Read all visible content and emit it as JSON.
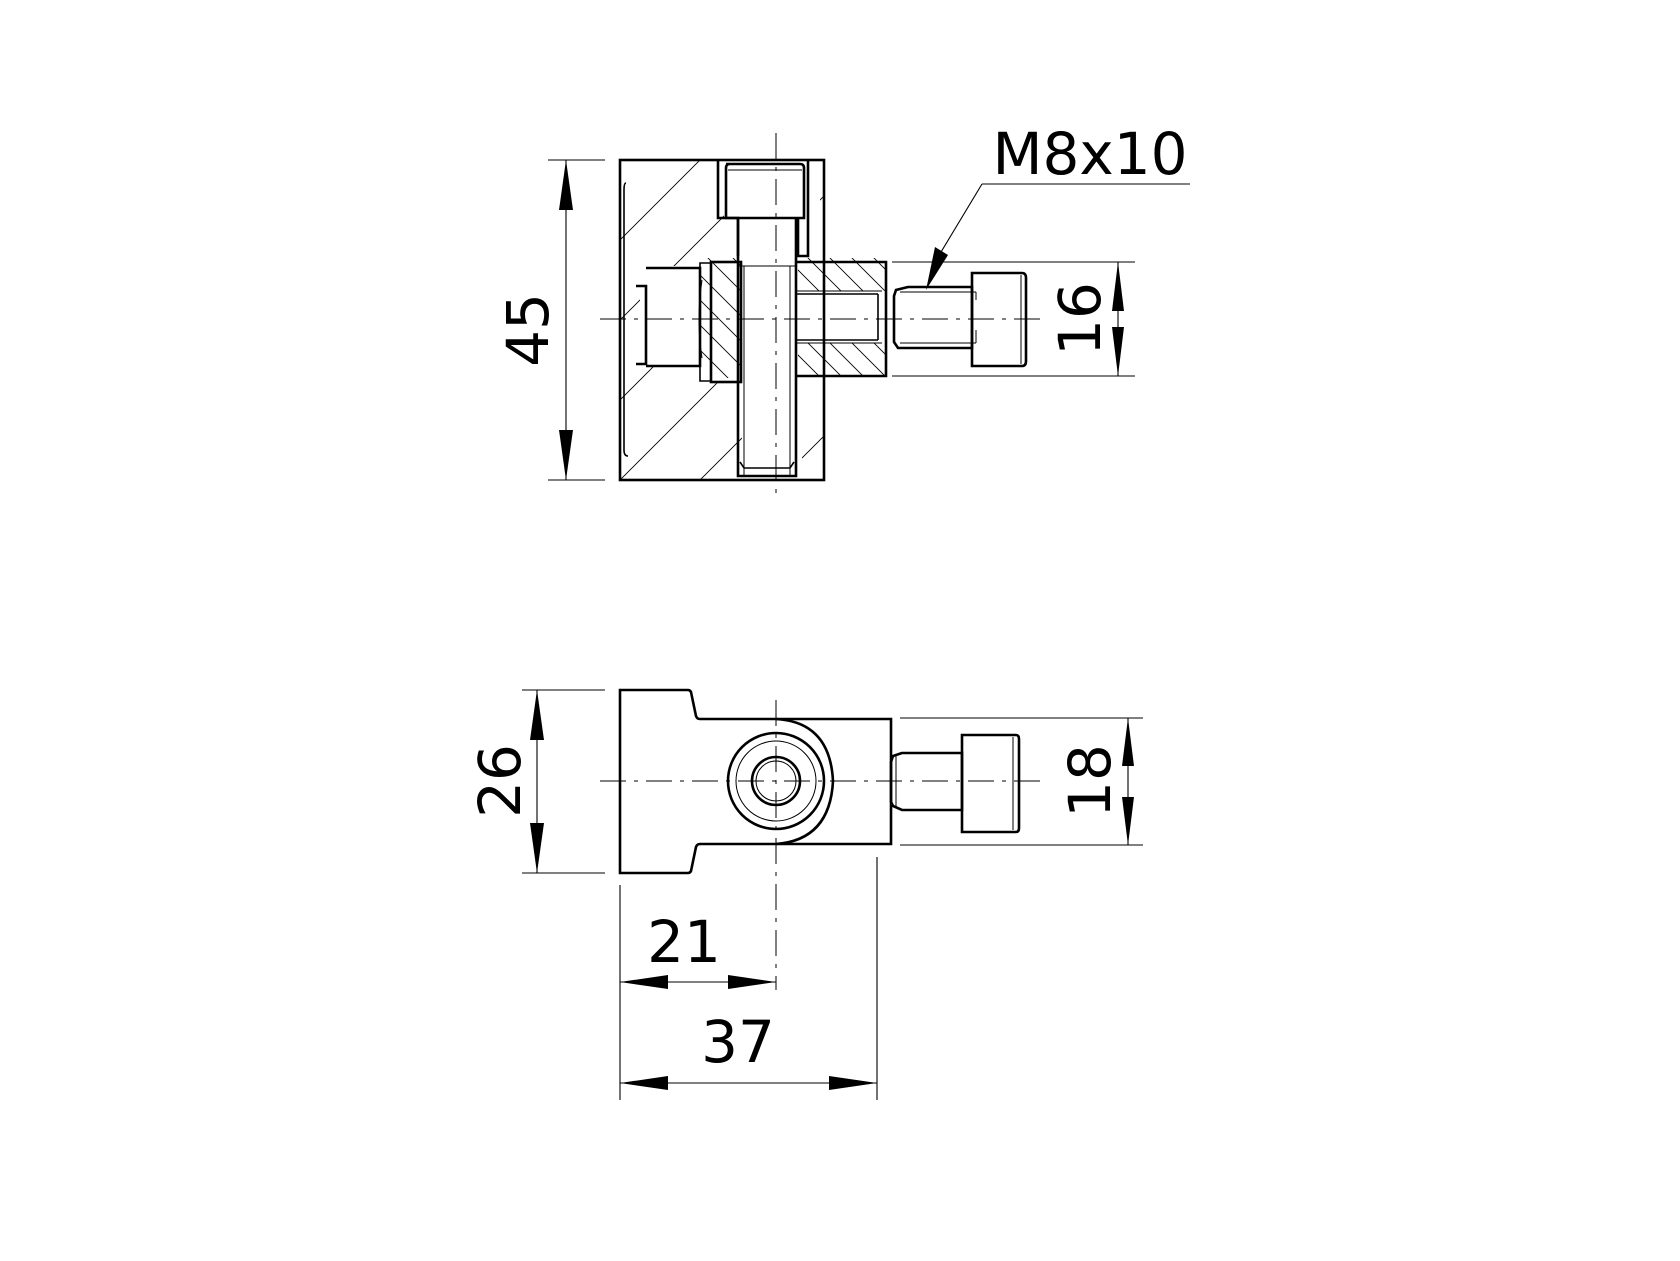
{
  "drawing": {
    "title": "Connector technical drawing",
    "line_color": "#000000",
    "background": "#ffffff"
  },
  "views": {
    "section_view": {
      "dimensions": {
        "height": "45",
        "screw_spacing": "16"
      },
      "callout": {
        "label": "M8x10"
      }
    },
    "front_view": {
      "dimensions": {
        "height": "26",
        "screw_spacing": "18",
        "hole_offset": "21",
        "width": "37"
      }
    }
  }
}
